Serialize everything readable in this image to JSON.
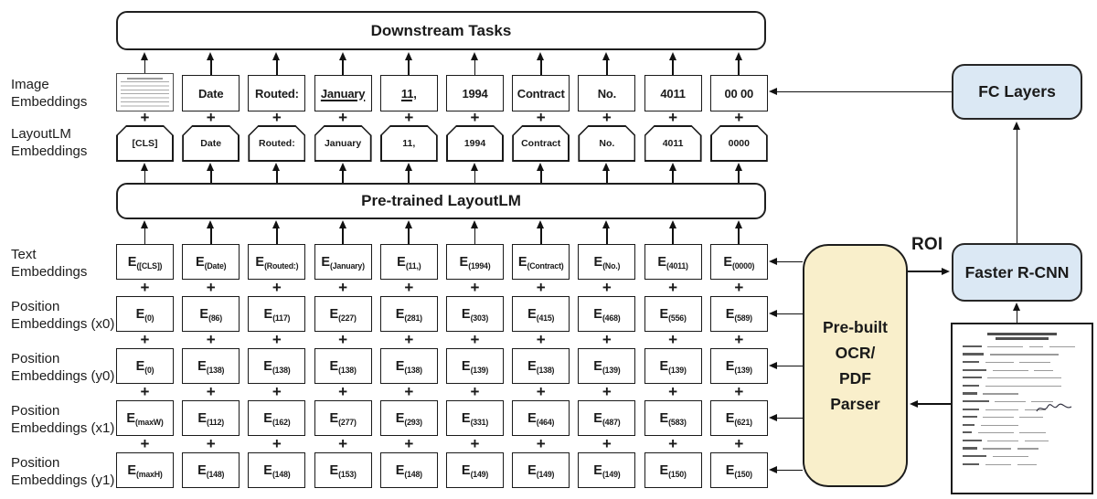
{
  "boxes": {
    "downstream": "Downstream Tasks",
    "pretrained": "Pre-trained LayoutLM",
    "fc_layers": "FC Layers",
    "faster_rcnn": "Faster R-CNN",
    "parser": "Pre-built\nOCR/\nPDF\nParser",
    "roi": "ROI"
  },
  "row_labels": {
    "image": "Image\nEmbeddings",
    "layoutlm": "LayoutLM\nEmbeddings",
    "text": "Text\nEmbeddings",
    "x0": "Position\nEmbeddings (x0)",
    "y0": "Position\nEmbeddings (y0)",
    "x1": "Position\nEmbeddings (x1)",
    "y1": "Position\nEmbeddings (y1)"
  },
  "diagram": {
    "plus": "+",
    "e_symbol": "E"
  },
  "columns": [
    {
      "image": "",
      "thumbnail": true,
      "layoutlm": "[CLS]",
      "text": "([CLS])",
      "x0": "(0)",
      "y0": "(0)",
      "x1": "(maxW)",
      "y1": "(maxH)"
    },
    {
      "image": "Date",
      "layoutlm": "Date",
      "text": "(Date)",
      "x0": "(86)",
      "y0": "(138)",
      "x1": "(112)",
      "y1": "(148)"
    },
    {
      "image": "Routed:",
      "layoutlm": "Routed:",
      "text": "(Routed:)",
      "x0": "(117)",
      "y0": "(138)",
      "x1": "(162)",
      "y1": "(148)"
    },
    {
      "image": "January",
      "underline": true,
      "layoutlm": "January",
      "text": "(January)",
      "x0": "(227)",
      "y0": "(138)",
      "x1": "(277)",
      "y1": "(153)"
    },
    {
      "image": "11,",
      "underline": true,
      "layoutlm": "11,",
      "text": "(11,)",
      "x0": "(281)",
      "y0": "(138)",
      "x1": "(293)",
      "y1": "(148)"
    },
    {
      "image": "1994",
      "layoutlm": "1994",
      "text": "(1994)",
      "x0": "(303)",
      "y0": "(139)",
      "x1": "(331)",
      "y1": "(149)"
    },
    {
      "image": "Contract",
      "layoutlm": "Contract",
      "text": "(Contract)",
      "x0": "(415)",
      "y0": "(138)",
      "x1": "(464)",
      "y1": "(149)"
    },
    {
      "image": "No.",
      "layoutlm": "No.",
      "text": "(No.)",
      "x0": "(468)",
      "y0": "(139)",
      "x1": "(487)",
      "y1": "(149)"
    },
    {
      "image": "4011",
      "layoutlm": "4011",
      "text": "(4011)",
      "x0": "(556)",
      "y0": "(139)",
      "x1": "(583)",
      "y1": "(150)"
    },
    {
      "image": "00 00",
      "layoutlm": "0000",
      "text": "(0000)",
      "x0": "(589)",
      "y0": "(139)",
      "x1": "(621)",
      "y1": "(150)"
    }
  ],
  "colors": {
    "ink": "#1a1a1a",
    "box_blue": "#dbe8f4",
    "box_cream": "#f9efcb"
  }
}
